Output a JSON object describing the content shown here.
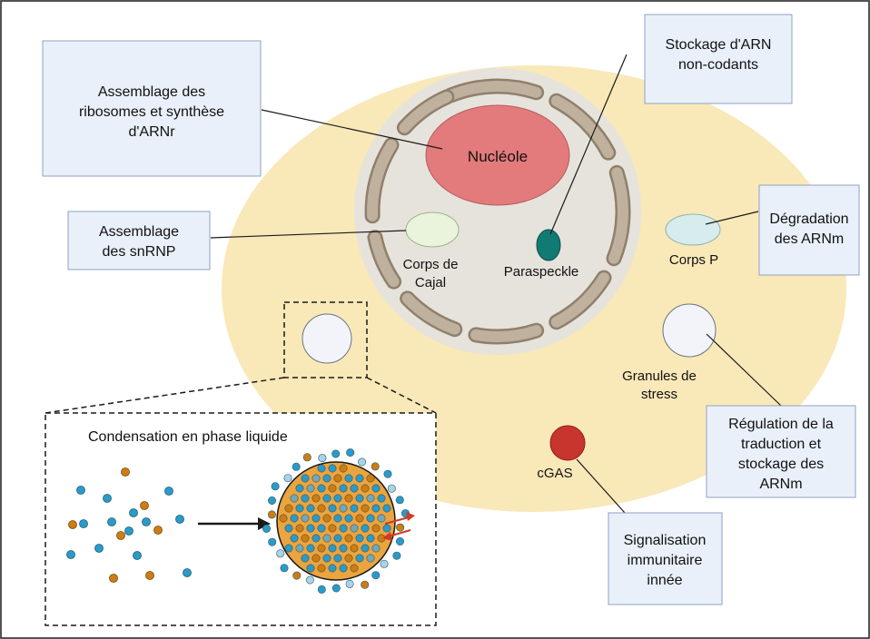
{
  "colors": {
    "cell": "#f9e8b8",
    "nucleus": "#e6e3dc",
    "envelope": "#bfb19e",
    "nucleolus": "#e37a7b",
    "cajal": "#eaf4dc",
    "paraspeckle": "#117a72",
    "p_body": "#d7ecec",
    "stress_granule": "#f2f4f9",
    "cgas": "#c8352f",
    "callout_fill": "#e9f0f9",
    "droplet": "#eba53f",
    "blue_particle": "#2a9bc9",
    "orange_particle": "#cc7d13",
    "arrow_red": "#d03a26"
  },
  "callouts": {
    "ribosomes": [
      "Assemblage des",
      "ribosomes et synthèse",
      "d'ARNr"
    ],
    "snrnp": [
      "Assemblage",
      "des snRNP"
    ],
    "ncrna": [
      "Stockage d'ARN",
      "non-codants"
    ],
    "mrna_degradation": [
      "Dégradation",
      "des ARNm"
    ],
    "translation": [
      "Régulation de la",
      "traduction et",
      "stockage des",
      "ARNm"
    ],
    "immune": [
      "Signalisation",
      "immunitaire",
      "innée"
    ]
  },
  "labels": {
    "nucleolus": "Nucléole",
    "cajal": [
      "Corps de",
      "Cajal"
    ],
    "paraspeckle": "Paraspeckle",
    "p_body": "Corps P",
    "stress_granules": [
      "Granules de",
      "stress"
    ],
    "cgas": "cGAS",
    "inset_title": "Condensation en phase liquide"
  }
}
